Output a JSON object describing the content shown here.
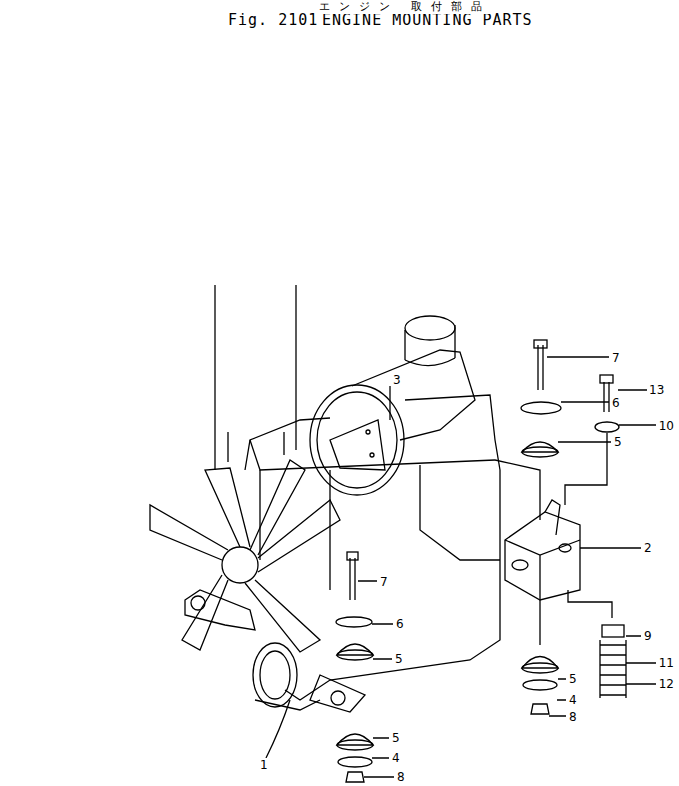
{
  "diagram": {
    "title": "ENGINE MOUNTING PARTS",
    "labels": [
      "エンジン 取付部品",
      "Fig. 2101",
      "3",
      "7",
      "13",
      "6",
      "10",
      "5",
      "2",
      "9",
      "11",
      "12",
      "5",
      "4",
      "8",
      "7",
      "6",
      "5",
      "5",
      "4",
      "8",
      "1"
    ]
  }
}
